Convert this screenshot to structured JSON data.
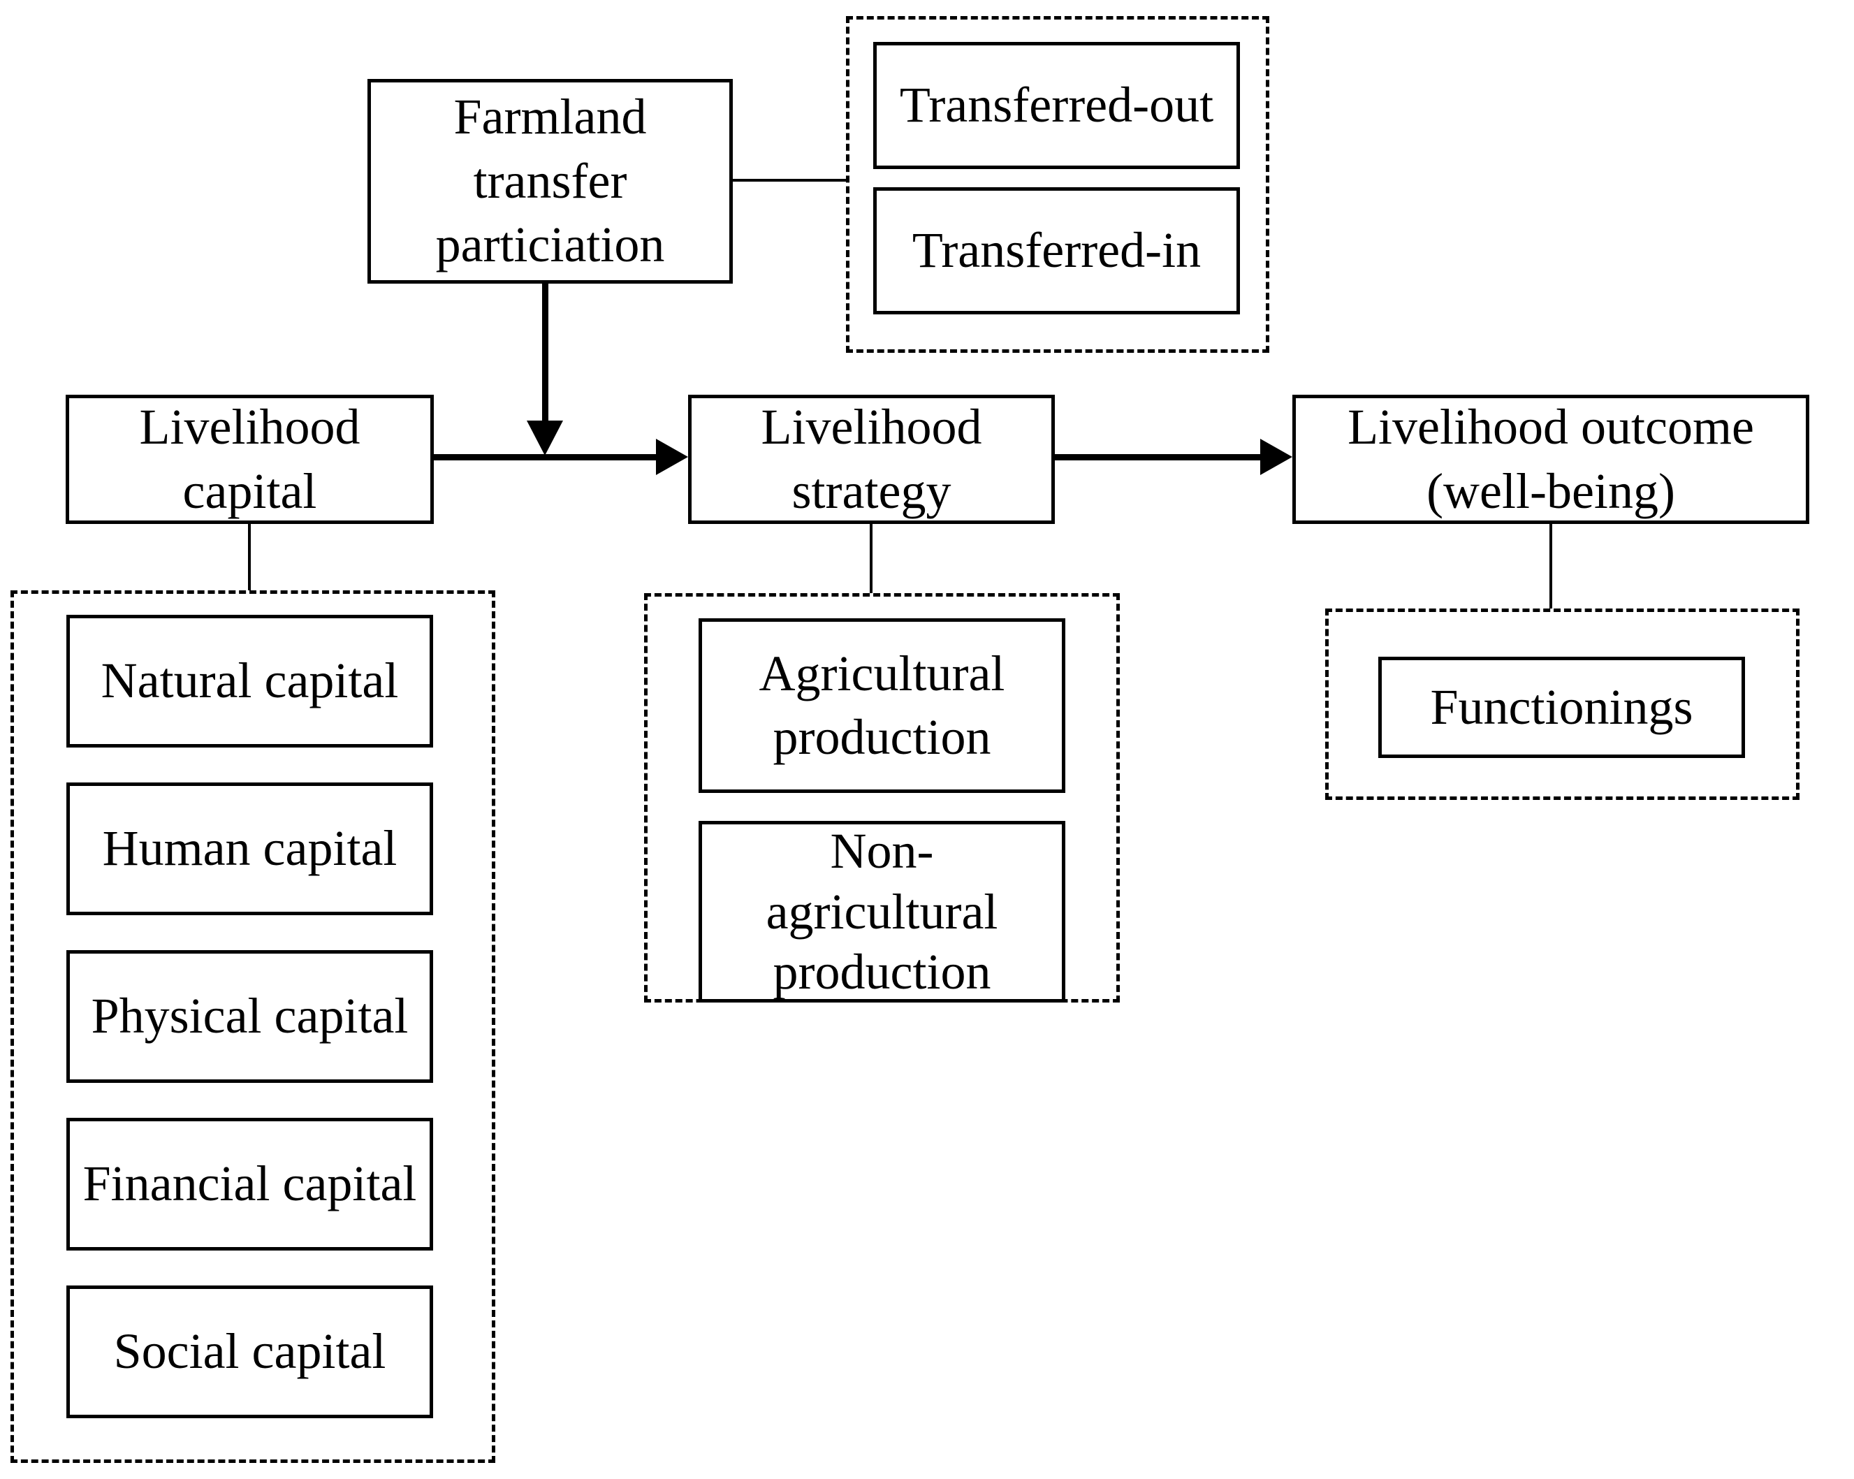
{
  "diagram": {
    "colors": {
      "line": "#000000",
      "background": "#ffffff"
    },
    "nodes": {
      "farmland": {
        "label": "Farmland transfer particiation"
      },
      "transferred_out": {
        "label": "Transferred-out"
      },
      "transferred_in": {
        "label": "Transferred-in"
      },
      "capital": {
        "label": "Livelihood capital"
      },
      "strategy": {
        "label": "Livelihood strategy"
      },
      "outcome": {
        "label": "Livelihood outcome (well-being)"
      },
      "functionings": {
        "label": "Functionings"
      }
    },
    "capital_items": [
      "Natural capital",
      "Human capital",
      "Physical capital",
      "Financial capital",
      "Social capital"
    ],
    "strategy_items": [
      "Agricultural production",
      "Non-agricultural production"
    ],
    "outcome_items": [
      "Functionings"
    ]
  }
}
